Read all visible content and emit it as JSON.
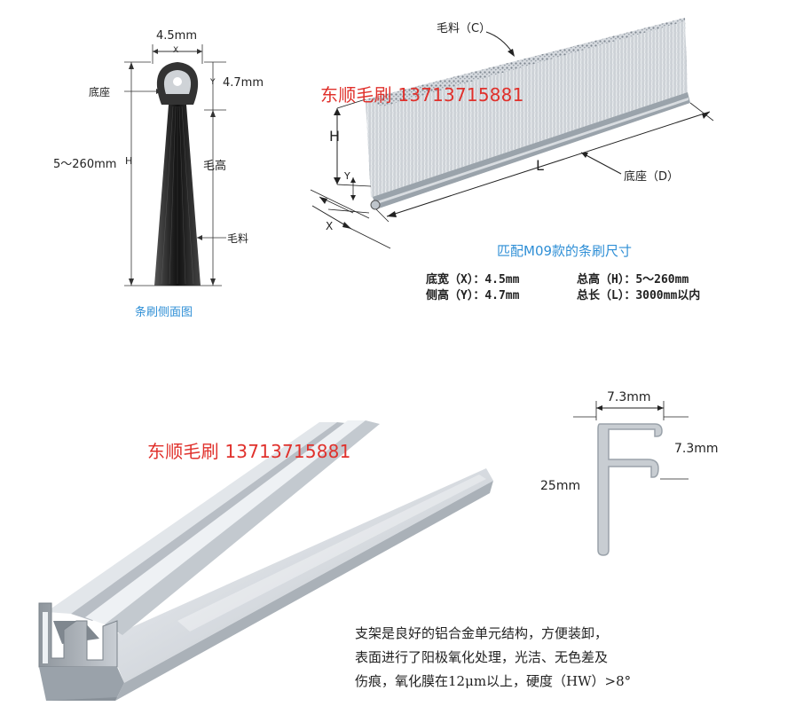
{
  "side_view": {
    "dim_x_value": "4.5mm",
    "dim_x_letter": "X",
    "dim_y_letter": "Y",
    "dim_y_value": "4.7mm",
    "base_label": "底座",
    "height_range": "5～260mm",
    "height_letter": "H",
    "bristle_height_label": "毛高",
    "bristle_label": "毛料",
    "caption": "条刷侧面图"
  },
  "perspective": {
    "bristle_label": "毛料（C）",
    "watermark": "东顺毛刷 13713715881",
    "h_letter": "H",
    "y_letter": "Y",
    "x_letter": "X",
    "l_letter": "L",
    "base_label": "底座（D）",
    "title": "匹配M09款的条刷尺寸",
    "specs": [
      [
        "底宽（X）：4.5mm",
        "总高（H）：5～260mm"
      ],
      [
        "侧高（Y）：4.7mm",
        "总长（L）：3000mm以内"
      ]
    ]
  },
  "profile": {
    "watermark": "东顺毛刷 13713715881",
    "top_width": "7.3mm",
    "right_dim": "7.3mm",
    "height": "25mm"
  },
  "description": [
    "支架是良好的铝合金单元结构，方便装卸，",
    "表面进行了阳极氧化处理，光洁、无色差及",
    "伤痕，氧化膜在12μm以上，硬度（HW）>8°"
  ]
}
